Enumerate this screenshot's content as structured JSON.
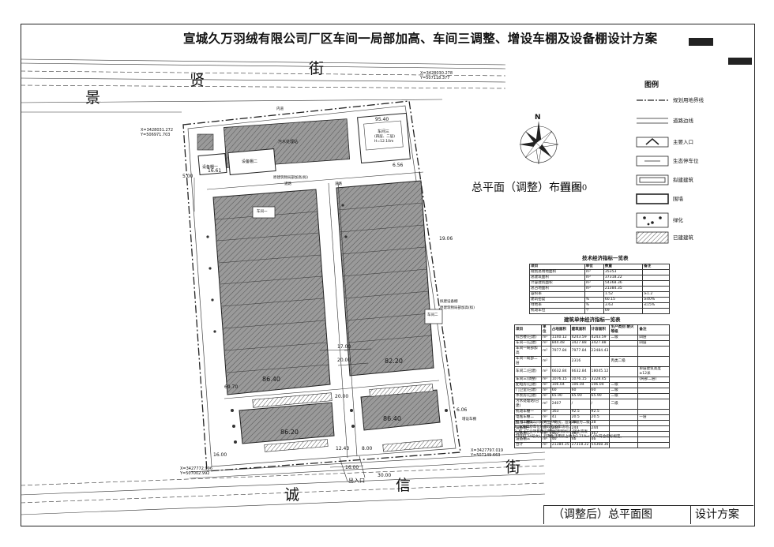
{
  "title": "宣城久万羽绒有限公司厂区车间一局部加高、车间三调整、增设车棚及设备棚设计方案",
  "plan_title": "总平面（调整）布置图",
  "plan_scale": "1:1000",
  "footer": {
    "left": "（调整后）总平面图",
    "right": "设计方案"
  },
  "streets": {
    "top": [
      "景",
      "贤",
      "街"
    ],
    "bottom": [
      "诚",
      "信",
      "街"
    ]
  },
  "north": "N",
  "entrance_label": "出入口",
  "coords": [
    {
      "x": "X=3428030.278",
      "y": "Y=507118.377"
    },
    {
      "x": "X=3428031.272",
      "y": "Y=506971.703"
    },
    {
      "x": "X=3427772.996",
      "y": "Y=507002.992"
    },
    {
      "x": "X=3427797.019",
      "y": "Y=507149.663"
    }
  ],
  "dimensions": [
    "5.00",
    "16.61",
    "6.56",
    "95.40",
    "17.00",
    "20.00",
    "20.00",
    "69.70",
    "82.20",
    "86.40",
    "86.20",
    "86.40",
    "6.06",
    "16.00",
    "30.00",
    "8.00",
    "12.43",
    "16.00",
    "19.06"
  ],
  "buildings": {
    "workshop3": [
      "车间三",
      "(四层、二层)",
      "H=12.10m"
    ],
    "equipment1": "设备棚一",
    "equipment2": "设备棚二",
    "existing_top": "污水处理站",
    "workshop1": "车间一",
    "workshop2": "车间二",
    "roads": [
      "内道",
      "道路",
      "道路"
    ],
    "annotations": [
      "原建筑物局部加高(拟)",
      "拟建设备棚",
      "原建筑物局部加高(拟)",
      "增设车棚"
    ]
  },
  "legend": {
    "title": "图例",
    "items": [
      "规划用地界线",
      "道路边线",
      "主要入口",
      "生态停车位",
      "拟建建筑",
      "围墙",
      "绿化",
      "已建建筑"
    ]
  },
  "table1": {
    "title": "技术经济指标一览表",
    "headers": [
      "项目",
      "单位",
      "数量",
      "备注"
    ],
    "rows": [
      [
        "规划总用地面积",
        "m²",
        "35353",
        ""
      ],
      [
        "总建筑面积",
        "m²",
        "37318.22",
        ""
      ],
      [
        "计容建筑面积",
        "m²",
        "54368.36",
        ""
      ],
      [
        "总占地面积",
        "m²",
        "21384.35",
        ""
      ],
      [
        "容积率",
        "",
        "1.52",
        "≥1.2"
      ],
      [
        "建筑密度",
        "%",
        "60.15",
        "≥40%"
      ],
      [
        "绿地率",
        "%",
        "3.63",
        "≤15%"
      ],
      [
        "机动车位",
        "个",
        "69",
        ""
      ]
    ]
  },
  "table2": {
    "title": "建筑单体经济指标一览表",
    "headers": [
      "项目",
      "单位",
      "占地面积",
      "建筑面积",
      "计容面积",
      "生产类别\n耐火等级",
      "备注"
    ],
    "rows": [
      [
        "综合楼(已建)",
        "m²",
        "1140.12",
        "4243.59",
        "4243.59",
        "二级",
        "四层"
      ],
      [
        "车间一(已建)",
        "m²",
        "844.48",
        "3427.88",
        "3427.88",
        "",
        "四层"
      ],
      [
        "车间一局部加高",
        "m²",
        "7977.84",
        "7977.84",
        "22484.43",
        "",
        ""
      ],
      [
        "车间一局部二层",
        "m²",
        "",
        "2316",
        "",
        "丙类二级",
        ""
      ],
      [
        "车间二(已建)",
        "m²",
        "6632.84",
        "6632.84",
        "18045.12",
        "",
        "单层建筑高度≥12米"
      ],
      [
        "车间三(调整)",
        "m²",
        "1076.15",
        "1076.15",
        "3228.45",
        "",
        "(局部二层)"
      ],
      [
        "配电房(已建)",
        "m²",
        "106.04",
        "106.04",
        "106.04",
        "二级",
        ""
      ],
      [
        "门卫室(已建)",
        "m²",
        "60",
        "60",
        "60",
        "二级",
        ""
      ],
      [
        "水泵房(已建)",
        "m²",
        "65.90",
        "65.90",
        "65.90",
        "二级",
        ""
      ],
      [
        "污水处理站(已建)",
        "m²",
        "2407",
        "/",
        "/",
        "二级",
        ""
      ],
      [
        "机动车棚一",
        "m²",
        "163",
        "92.5",
        "92.5",
        "",
        ""
      ],
      [
        "电瓶车棚二",
        "m²",
        "41",
        "20.5",
        "20.5",
        "",
        "一层"
      ],
      [
        "电瓶车棚三",
        "m²",
        "76",
        "38",
        "38",
        "",
        ""
      ],
      [
        "设备棚一",
        "m²",
        "244",
        "244",
        "244",
        "",
        ""
      ],
      [
        "设备棚二",
        "m²",
        "467",
        "467",
        "467",
        "",
        ""
      ],
      [
        "设备棚三",
        "m²",
        "46",
        "46",
        "46",
        "",
        ""
      ],
      [
        "合计",
        "m²",
        "21384.35",
        "27318.22",
        "54368.36",
        "",
        ""
      ]
    ]
  },
  "notes": [
    "注：1. 建筑车间均为生产用房，层高等级为二级。",
    "    2. 本项目停车位利用现有停车场地。",
    "    3. 按《工业项目建设用地控制指标》(国土资发",
    "    [2008] 24号文)，行政生活用房占地为3.21%<5.0%符合指标规定。"
  ],
  "colors": {
    "line": "#222222",
    "hatch": "#8a8a8a",
    "green": "#3a3a3a"
  }
}
